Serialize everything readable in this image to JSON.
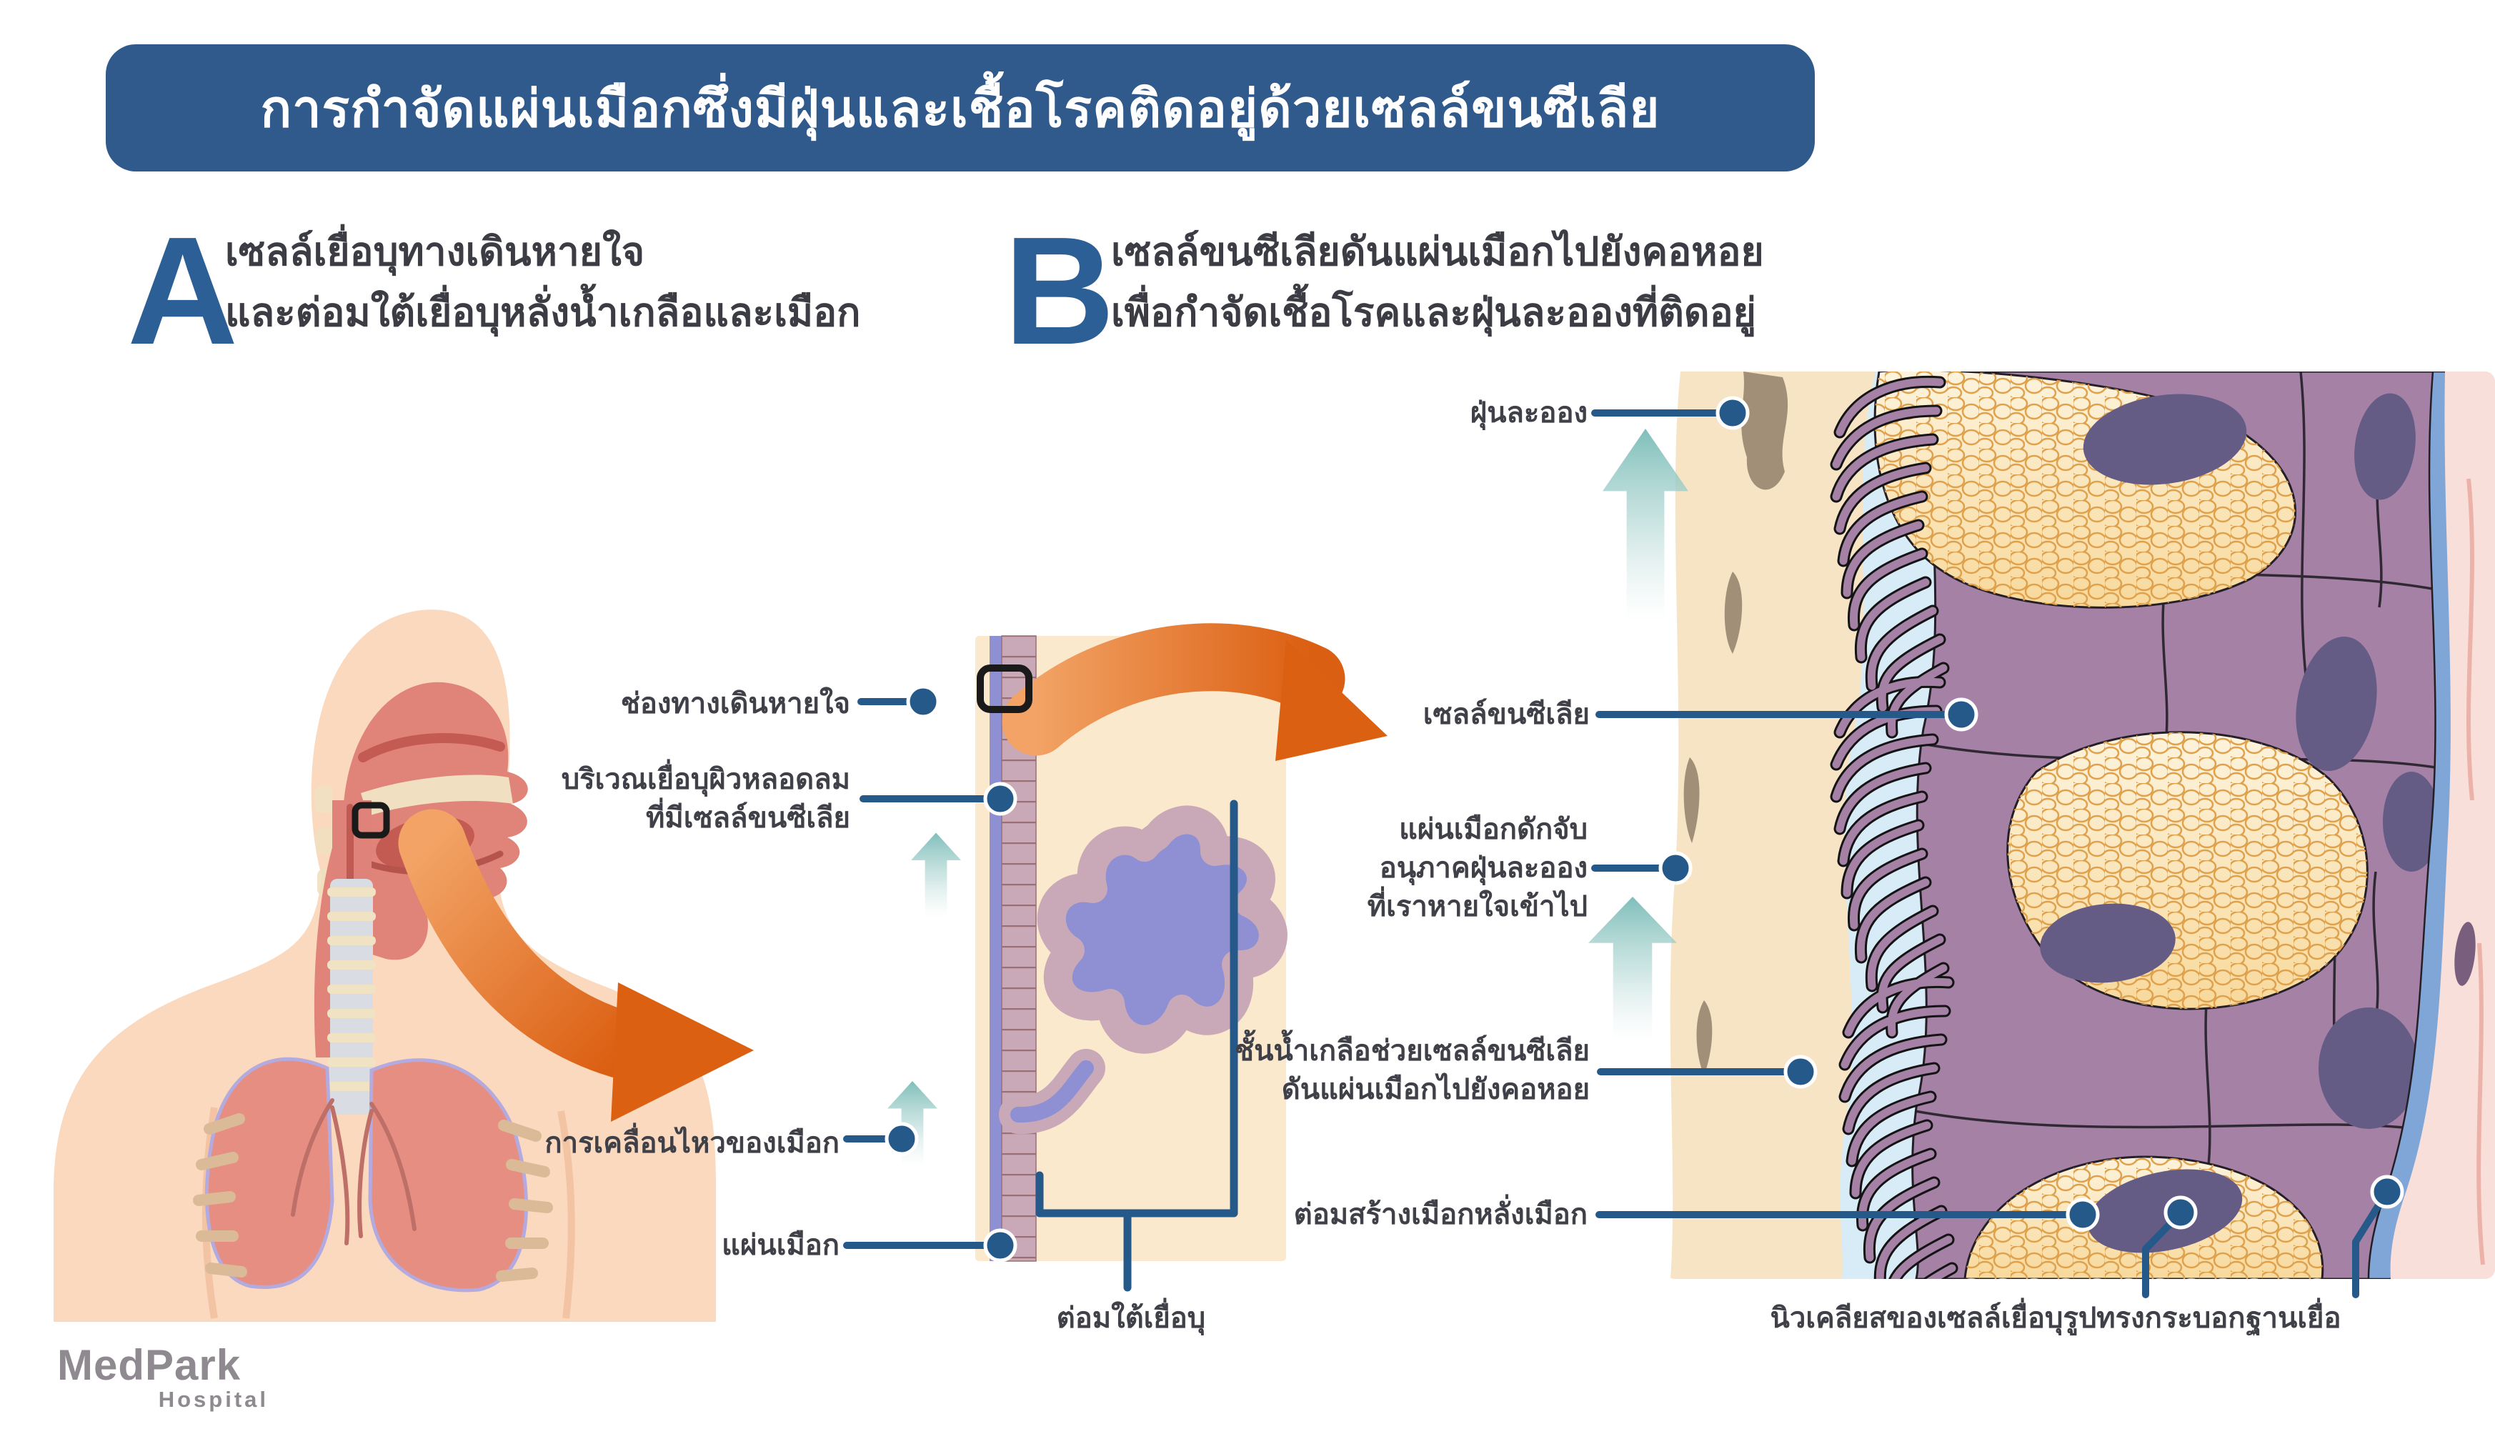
{
  "title": "การกำจัดแผ่นเมือกซึ่งมีฝุ่นและเชื้อโรคติดอยู่ด้วยเซลล์ขนซีเลีย",
  "sections": {
    "a": {
      "letter": "A",
      "line1": "เซลล์เยื่อบุทางเดินหายใจ",
      "line2": "และต่อมใต้เยื่อบุหลั่งน้ำเกลือและเมือก"
    },
    "b": {
      "letter": "B",
      "line1": "เซลล์ขนซีเลียดันแผ่นเมือกไปยังคอหอย",
      "line2": "เพื่อกำจัดเชื้อโรคและฝุ่นละอองที่ติดอยู่"
    }
  },
  "labels": {
    "airway": "ช่องทางเดินหายใจ",
    "epithelium_line1": "บริเวณเยื่อบุผิวหลอดลม",
    "epithelium_line2": "ที่มีเซลล์ขนซีเลีย",
    "mucus_movement": "การเคลื่อนไหวของเมือก",
    "mucus_sheet": "แผ่นเมือก",
    "submucosal_gland": "ต่อมใต้เยื่อบุ",
    "dust": "ฝุ่นละออง",
    "cilia_cell": "เซลล์ขนซีเลีย",
    "mucus_trap_line1": "แผ่นเมือกดักจับ",
    "mucus_trap_line2": "อนุภาคฝุ่นละออง",
    "mucus_trap_line3": "ที่เราหายใจเข้าไป",
    "saline_line1": "ชั้นน้ำเกลือช่วยเซลล์ขนซีเลีย",
    "saline_line2": "ดันแผ่นเมือกไปยังคอหอย",
    "goblet_gland": "ต่อมสร้างเมือกหลั่งเมือก",
    "columnar_nucleus": "นิวเคลียสของเซลล์เยื่อบุรูปทรงกระบอก",
    "basement_membrane": "ฐานเยื่อ"
  },
  "logo": {
    "name": "MedPark",
    "subtitle": "Hospital"
  },
  "colors": {
    "banner_blue": "#30598C",
    "accent_blue": "#25598A",
    "letter_blue": "#2C5F96",
    "text_dark": "#3F4048",
    "orange_arrow": "#DC6012",
    "teal_arrow": "#7FBEBA",
    "skin": "#FBD9BE",
    "lung_pink": "#E78E83",
    "panel_cream": "#FAE9CC",
    "mucus_purple": "#8E90D3",
    "epithelium_mauve": "#C9A9B7",
    "cell_purple": "#A581A6",
    "nucleus_purple": "#645C85",
    "saline_blue": "#D8ECF8",
    "mucus_tan": "#F6E4C5",
    "dust_brown": "#A18F77",
    "goblet_cream": "#FBE3AE",
    "basement_blue": "#7FA6D6",
    "tissue_pink": "#F9DFD9",
    "logo_gray": "#8F8A90"
  }
}
